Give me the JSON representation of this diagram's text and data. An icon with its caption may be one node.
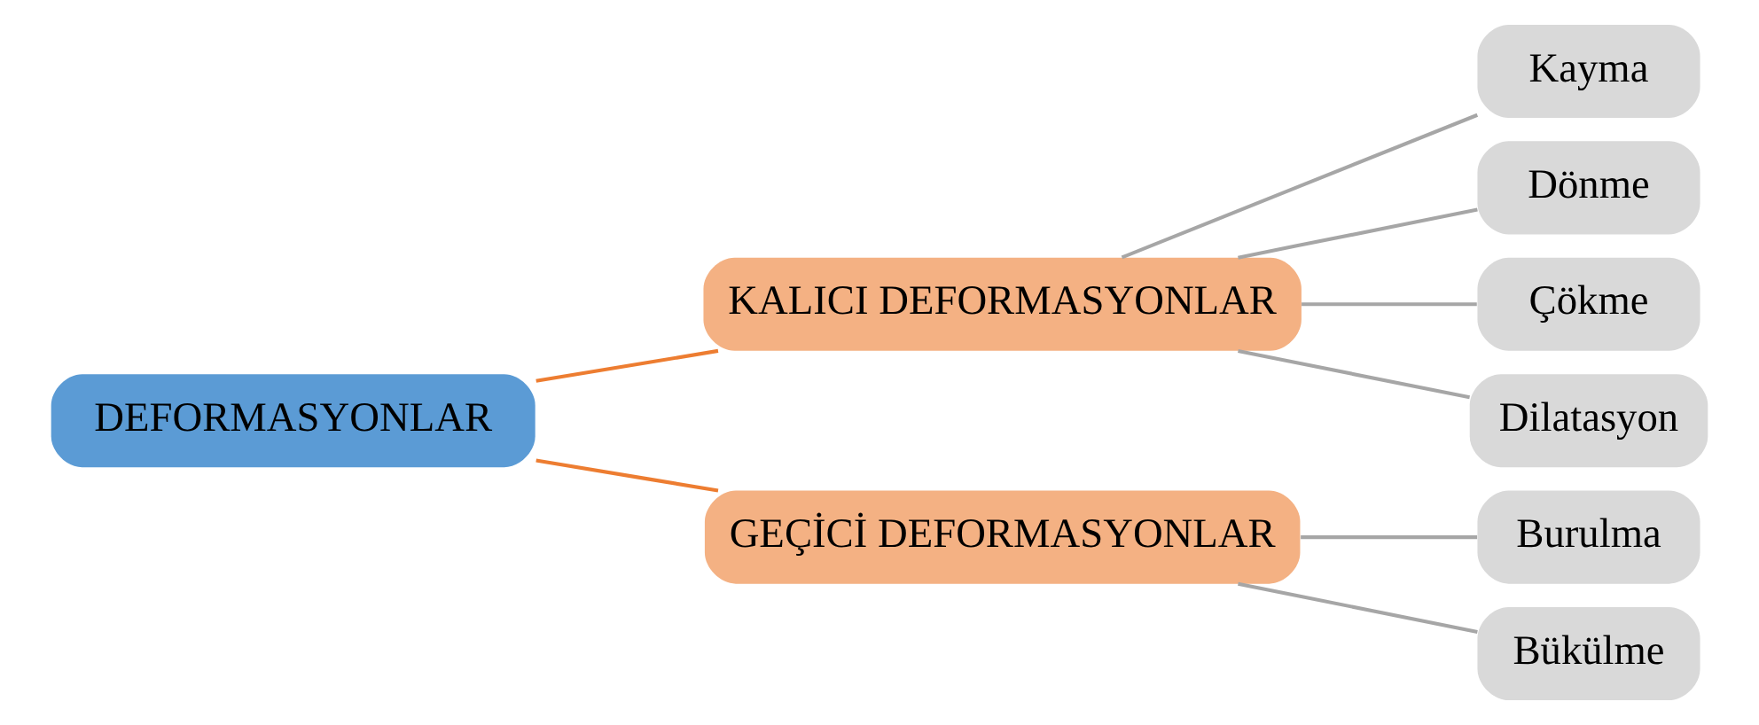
{
  "diagram": {
    "nodes": [
      {
        "text": [
          "DEFORMASYONLAR"
        ]
      },
      {
        "text": [
          "KALICI DEFORMASYONLAR"
        ]
      },
      {
        "text": [
          "GEÇİCİ DEFORMASYONLAR"
        ]
      },
      {
        "text": [
          "Kayma"
        ]
      },
      {
        "text": [
          "Dönme"
        ]
      },
      {
        "text": [
          "Çökme"
        ]
      },
      {
        "text": [
          "Dilatasyon"
        ]
      },
      {
        "text": [
          "Burulma"
        ]
      },
      {
        "text": [
          "Bükülme"
        ]
      }
    ],
    "edges": [
      {
        "from": 0,
        "to": 1,
        "arrow": "none",
        "color": "#ed7d31"
      },
      {
        "from": 0,
        "to": 2,
        "arrow": "none",
        "color": "#ed7d31"
      },
      {
        "from": 1,
        "to": 3,
        "arrow": "none"
      },
      {
        "from": 1,
        "to": 4,
        "arrow": "none"
      },
      {
        "from": 1,
        "to": 5,
        "arrow": "none"
      },
      {
        "from": 1,
        "to": 6,
        "arrow": "none"
      },
      {
        "from": 2,
        "to": 7,
        "arrow": "none"
      },
      {
        "from": 2,
        "to": 8,
        "arrow": "none"
      }
    ]
  }
}
